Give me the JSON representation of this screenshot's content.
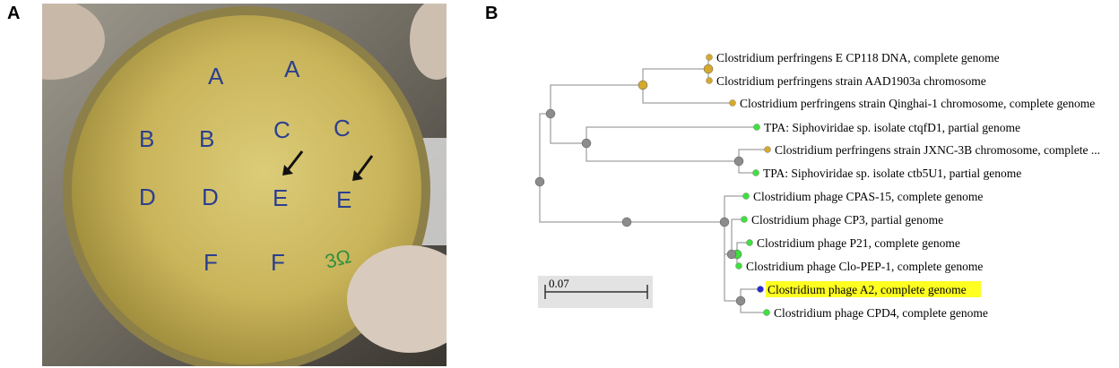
{
  "panels": {
    "a_label": "A",
    "b_label": "B"
  },
  "plate": {
    "letters": [
      "A",
      "A",
      "B",
      "B",
      "C",
      "C",
      "D",
      "D",
      "E",
      "E",
      "F",
      "F"
    ],
    "mark": "3Ω",
    "arrow_icon": "arrow-down-left-icon"
  },
  "tree": {
    "tips": [
      {
        "label": "Clostridium perfringens E CP118 DNA, complete genome",
        "group": "perfringens"
      },
      {
        "label": "Clostridium perfringens strain AAD1903a chromosome",
        "group": "perfringens"
      },
      {
        "label": "Clostridium perfringens strain Qinghai-1 chromosome, complete genome",
        "group": "perfringens"
      },
      {
        "label": "TPA: Siphoviridae sp. isolate ctqfD1, partial genome",
        "group": "phage"
      },
      {
        "label": "Clostridium perfringens strain JXNC-3B chromosome, complete ...",
        "group": "perfringens"
      },
      {
        "label": "TPA: Siphoviridae sp. isolate ctb5U1, partial genome",
        "group": "phage"
      },
      {
        "label": "Clostridium phage CPAS-15, complete genome",
        "group": "phage"
      },
      {
        "label": "Clostridium phage CP3, partial genome",
        "group": "phage"
      },
      {
        "label": "Clostridium phage P21, complete genome",
        "group": "phage"
      },
      {
        "label": "Clostridium phage Clo-PEP-1, complete genome",
        "group": "phage"
      },
      {
        "label": "Clostridium phage A2, complete genome",
        "group": "query"
      },
      {
        "label": "Clostridium phage CPD4, complete genome",
        "group": "phage"
      }
    ],
    "scale_bar_label": "0.07",
    "colors": {
      "perfringens": "#d6a92b",
      "phage": "#3fe03f",
      "query": "#2a2ad0",
      "internal_node": "#8c8c8c",
      "highlight": "#ffff22",
      "branch": "#888888"
    }
  }
}
